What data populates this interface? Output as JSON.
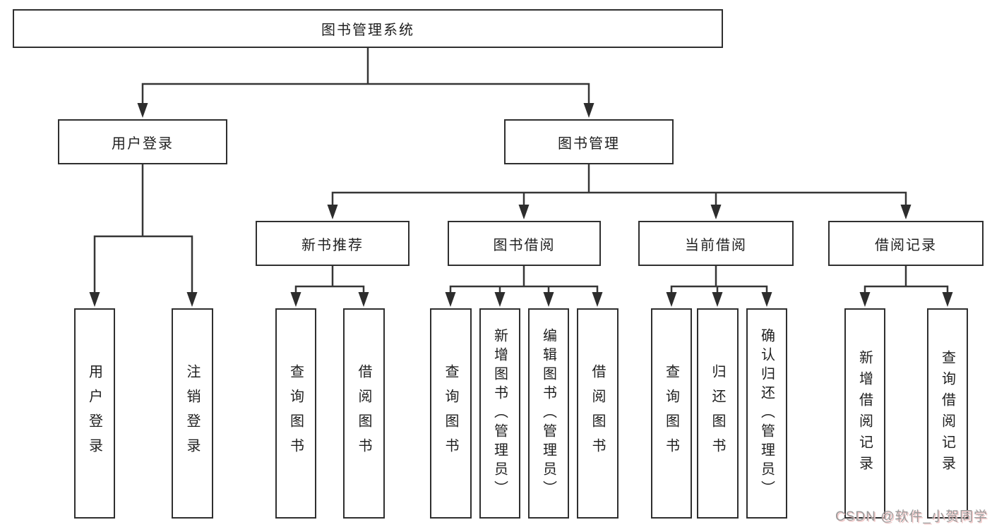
{
  "nodes": {
    "root": "图书管理系统",
    "user_login": "用户登录",
    "book_management": "图书管理",
    "new_book_recommendation": "新书推荐",
    "book_borrowing": "图书借阅",
    "current_borrowing": "当前借阅",
    "borrowing_records": "借阅记录",
    "leaves": {
      "user_login": "用户登录",
      "logout": "注销登录",
      "query_books_a": "查询图书",
      "borrow_books_a": "借阅图书",
      "query_books_b": "查询图书",
      "add_books_admin": "新增图书（管理员）",
      "edit_books_admin": "编辑图书（管理员）",
      "borrow_books_b": "借阅图书",
      "query_books_c": "查询图书",
      "return_books": "归还图书",
      "confirm_return_admin": "确认归还（管理员）",
      "add_borrow_record": "新增借阅记录",
      "query_borrow_record": "查询借阅记录"
    }
  },
  "colors": {
    "connector_line": "#363636",
    "arrow_fill": "#2d2d2d",
    "box_border": "#2f2f2f",
    "text": "#1f1f1f",
    "watermark": "#9b9b9b"
  },
  "watermark": "CSDN @软件_小贺同学"
}
